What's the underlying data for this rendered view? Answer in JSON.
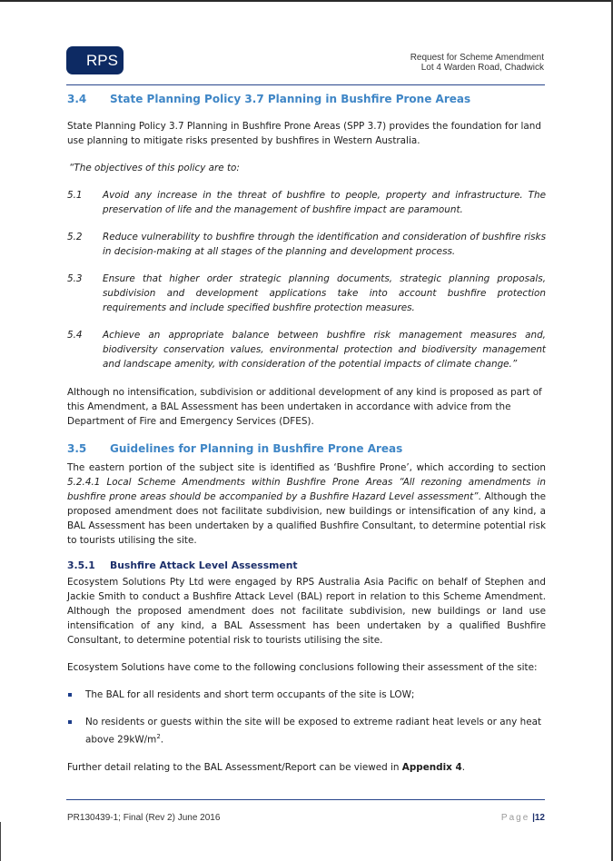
{
  "header": {
    "logo": "RPS",
    "title_line1": "Request for Scheme Amendment",
    "title_line2": "Lot 4 Warden Road, Chadwick"
  },
  "section_34": {
    "number": "3.4",
    "title": "State Planning Policy 3.7 Planning in Bushfire Prone Areas",
    "intro": "State Planning Policy 3.7 Planning in Bushfire Prone Areas (SPP 3.7) provides the foundation for land use planning to mitigate risks presented by bushfires in Western Australia.",
    "objectives_lead": "“The objectives of this policy are to:",
    "objectives": [
      {
        "num": "5.1",
        "text": "Avoid any increase in the threat of bushfire to people, property and infrastructure. The preservation of life and the management of bushfire impact are paramount."
      },
      {
        "num": "5.2",
        "text": "Reduce vulnerability to bushfire through the identification and consideration of bushfire risks in decision-making at all stages of the planning and development process."
      },
      {
        "num": "5.3",
        "text": "Ensure that higher order strategic planning documents, strategic planning proposals, subdivision and development applications take into account bushfire protection requirements and include specified bushfire protection measures."
      },
      {
        "num": "5.4",
        "text": "Achieve an appropriate balance between bushfire risk management measures and, biodiversity conservation values, environmental protection and biodiversity management and landscape amenity, with consideration of the potential impacts of climate change.”"
      }
    ],
    "closing": "Although no intensification, subdivision or additional development of any kind is proposed as part of this Amendment, a BAL Assessment has been undertaken in accordance with advice from the Department of Fire and Emergency Services (DFES)."
  },
  "section_35": {
    "number": "3.5",
    "title": "Guidelines for Planning in Bushfire Prone Areas",
    "para_part1": "The eastern portion of the subject site is identified as ‘Bushfire Prone’, which according to section ",
    "para_italic": "5.2.4.1 Local Scheme Amendments within Bushfire Prone Areas “All rezoning amendments in bushfire prone areas should be accompanied by a Bushfire Hazard Level assessment”",
    "para_part2": ". Although the proposed amendment does not facilitate subdivision, new buildings or intensification of any kind, a BAL Assessment has been undertaken by a qualified Bushfire Consultant, to determine potential risk to tourists utilising the site."
  },
  "section_351": {
    "number": "3.5.1",
    "title": "Bushfire Attack Level Assessment",
    "para1": "Ecosystem Solutions Pty Ltd were engaged by RPS Australia Asia Pacific on behalf of Stephen and Jackie Smith to conduct a Bushfire Attack Level (BAL) report in relation to this Scheme Amendment. Although the proposed amendment does not facilitate subdivision, new buildings or land use intensification of any kind, a BAL Assessment has been undertaken by a qualified Bushfire Consultant, to determine potential risk to tourists utilising the site.",
    "para2": "Ecosystem Solutions have come to the following conclusions following their assessment of the site:",
    "bullet1": "The BAL for all residents and short term occupants of the site is LOW;",
    "bullet2_main": "No residents or guests within the site will be exposed to extreme radiant heat levels or any heat above 29kW/m",
    "bullet2_sup": "2",
    "bullet2_end": ".",
    "further_part1": "Further detail relating to the BAL Assessment/Report can be viewed in ",
    "further_bold": "Appendix 4",
    "further_end": "."
  },
  "footer": {
    "doc_ref": "PR130439-1; Final (Rev 2) June 2016",
    "page_label": "Page",
    "page_sep": "|",
    "page_number": "12"
  },
  "colors": {
    "logo_bg": "#0d2a63",
    "heading_blue": "#3f86c6",
    "subheading_navy": "#1c2f6b",
    "rule_blue": "#28458c"
  }
}
